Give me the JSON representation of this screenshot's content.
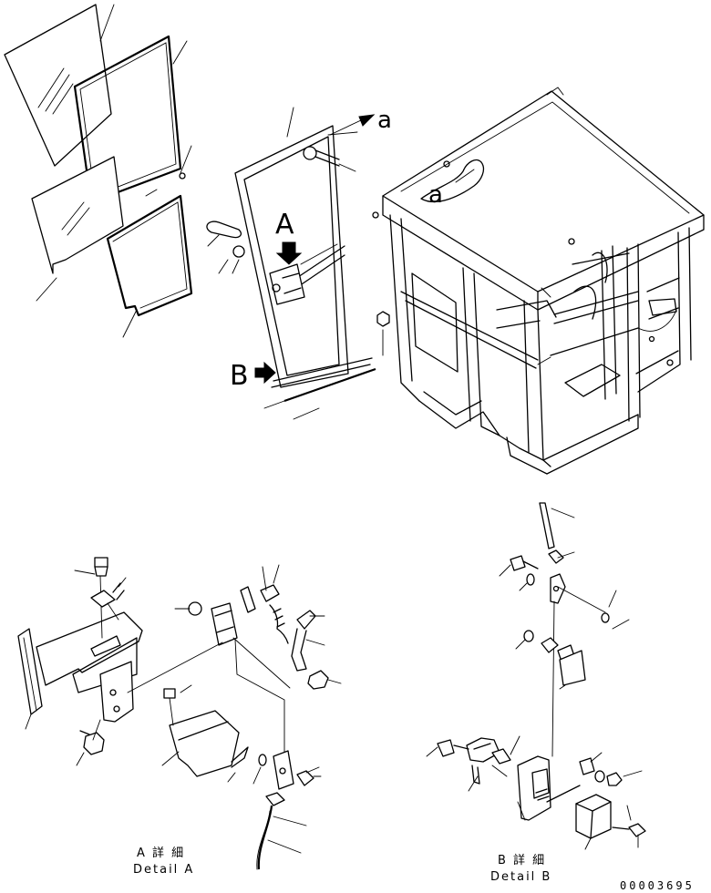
{
  "callouts": {
    "door_arrow_a": "a",
    "cab_arrow_a": "a",
    "view_a": "A",
    "view_b": "B"
  },
  "captions": {
    "detail_a_jp": "A 詳 細",
    "detail_a_en": "Detail A",
    "detail_b_jp": "B 詳 細",
    "detail_b_en": "Detail B"
  },
  "drawing_number": "00003695"
}
